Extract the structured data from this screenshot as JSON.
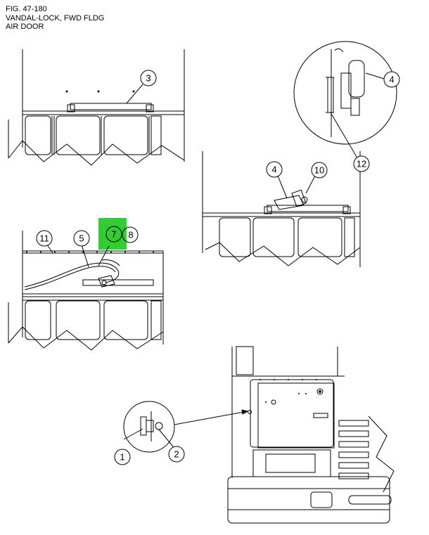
{
  "title": {
    "line1": "FIG. 47-180",
    "line2": "VANDAL-LOCK, FWD FLDG",
    "line3": "AIR DOOR"
  },
  "callouts": {
    "c1": "1",
    "c2": "2",
    "c3": "3",
    "c4a": "4",
    "c4b": "4",
    "c5": "5",
    "c7": "7",
    "c8": "8",
    "c10": "10",
    "c11": "11",
    "c12": "12"
  },
  "colors": {
    "highlight": "#33cc33",
    "line": "#000000"
  }
}
